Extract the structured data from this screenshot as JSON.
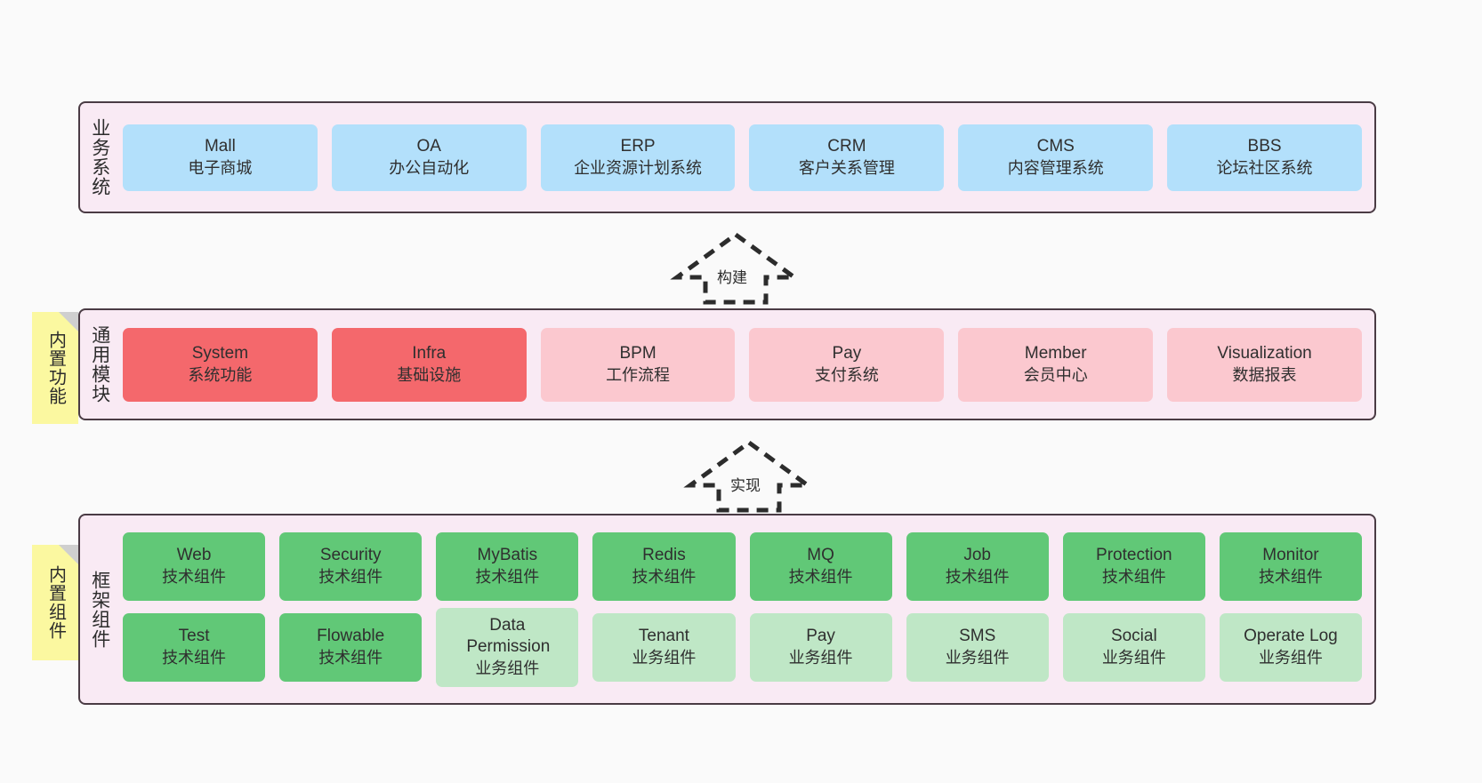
{
  "layers": [
    {
      "id": "business",
      "title": "业务系统",
      "rows": [
        {
          "cards": [
            {
              "name": "Mall",
              "sub": "电子商城",
              "style": "blue"
            },
            {
              "name": "OA",
              "sub": "办公自动化",
              "style": "blue"
            },
            {
              "name": "ERP",
              "sub": "企业资源计划系统",
              "style": "blue"
            },
            {
              "name": "CRM",
              "sub": "客户关系管理",
              "style": "blue"
            },
            {
              "name": "CMS",
              "sub": "内容管理系统",
              "style": "blue"
            },
            {
              "name": "BBS",
              "sub": "论坛社区系统",
              "style": "blue"
            }
          ]
        }
      ]
    },
    {
      "id": "module",
      "title": "通用模块",
      "note": "内置功能",
      "rows": [
        {
          "cards": [
            {
              "name": "System",
              "sub": "系统功能",
              "style": "red-strong"
            },
            {
              "name": "Infra",
              "sub": "基础设施",
              "style": "red-strong"
            },
            {
              "name": "BPM",
              "sub": "工作流程",
              "style": "red-soft"
            },
            {
              "name": "Pay",
              "sub": "支付系统",
              "style": "red-soft"
            },
            {
              "name": "Member",
              "sub": "会员中心",
              "style": "red-soft"
            },
            {
              "name": "Visualization",
              "sub": "数据报表",
              "style": "red-soft"
            }
          ]
        }
      ]
    },
    {
      "id": "framework",
      "title": "框架组件",
      "note": "内置组件",
      "rows": [
        {
          "cards": [
            {
              "name": "Web",
              "sub": "技术组件",
              "style": "green-strong"
            },
            {
              "name": "Security",
              "sub": "技术组件",
              "style": "green-strong"
            },
            {
              "name": "MyBatis",
              "sub": "技术组件",
              "style": "green-strong"
            },
            {
              "name": "Redis",
              "sub": "技术组件",
              "style": "green-strong"
            },
            {
              "name": "MQ",
              "sub": "技术组件",
              "style": "green-strong"
            },
            {
              "name": "Job",
              "sub": "技术组件",
              "style": "green-strong"
            },
            {
              "name": "Protection",
              "sub": "技术组件",
              "style": "green-strong"
            },
            {
              "name": "Monitor",
              "sub": "技术组件",
              "style": "green-strong"
            }
          ]
        },
        {
          "cards": [
            {
              "name": "Test",
              "sub": "技术组件",
              "style": "green-strong"
            },
            {
              "name": "Flowable",
              "sub": "技术组件",
              "style": "green-strong"
            },
            {
              "name": "Data Permission",
              "sub": "业务组件",
              "style": "green-soft"
            },
            {
              "name": "Tenant",
              "sub": "业务组件",
              "style": "green-soft"
            },
            {
              "name": "Pay",
              "sub": "业务组件",
              "style": "green-soft"
            },
            {
              "name": "SMS",
              "sub": "业务组件",
              "style": "green-soft"
            },
            {
              "name": "Social",
              "sub": "业务组件",
              "style": "green-soft"
            },
            {
              "name": "Operate Log",
              "sub": "业务组件",
              "style": "green-soft"
            }
          ]
        }
      ]
    }
  ],
  "arrows": [
    {
      "id": "build",
      "label": "构建"
    },
    {
      "id": "implement",
      "label": "实现"
    }
  ],
  "colors": {
    "panel_bg": "#f9eaf4",
    "panel_border": "#4a3b44",
    "page_bg": "#fafafa",
    "blue": "#b3e0fb",
    "red_strong": "#f4686c",
    "red_soft": "#fbc8cf",
    "green_strong": "#61c877",
    "green_soft": "#bfe7c6",
    "note": "#fbf8a0",
    "note_fold": "#cfcfcf"
  }
}
